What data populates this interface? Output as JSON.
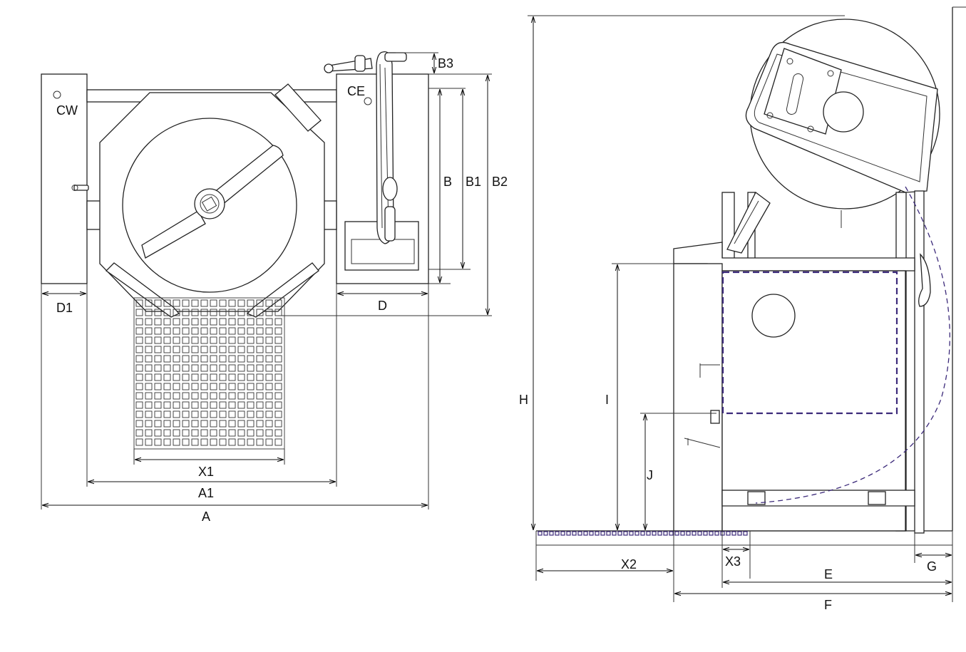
{
  "diagram": {
    "front_view": {
      "labels": {
        "cw": "CW",
        "ce": "CE",
        "d1": "D1",
        "d": "D",
        "b": "B",
        "b1": "B1",
        "b2": "B2",
        "b3": "B3",
        "x1": "X1",
        "a1": "A1",
        "a": "A"
      }
    },
    "side_view": {
      "labels": {
        "h": "H",
        "i": "I",
        "j": "J",
        "x2": "X2",
        "x3": "X3",
        "e": "E",
        "f": "F",
        "g": "G"
      }
    },
    "colors": {
      "line": "#222222",
      "door_swing": "#3c2a7a",
      "background": "#ffffff"
    }
  }
}
